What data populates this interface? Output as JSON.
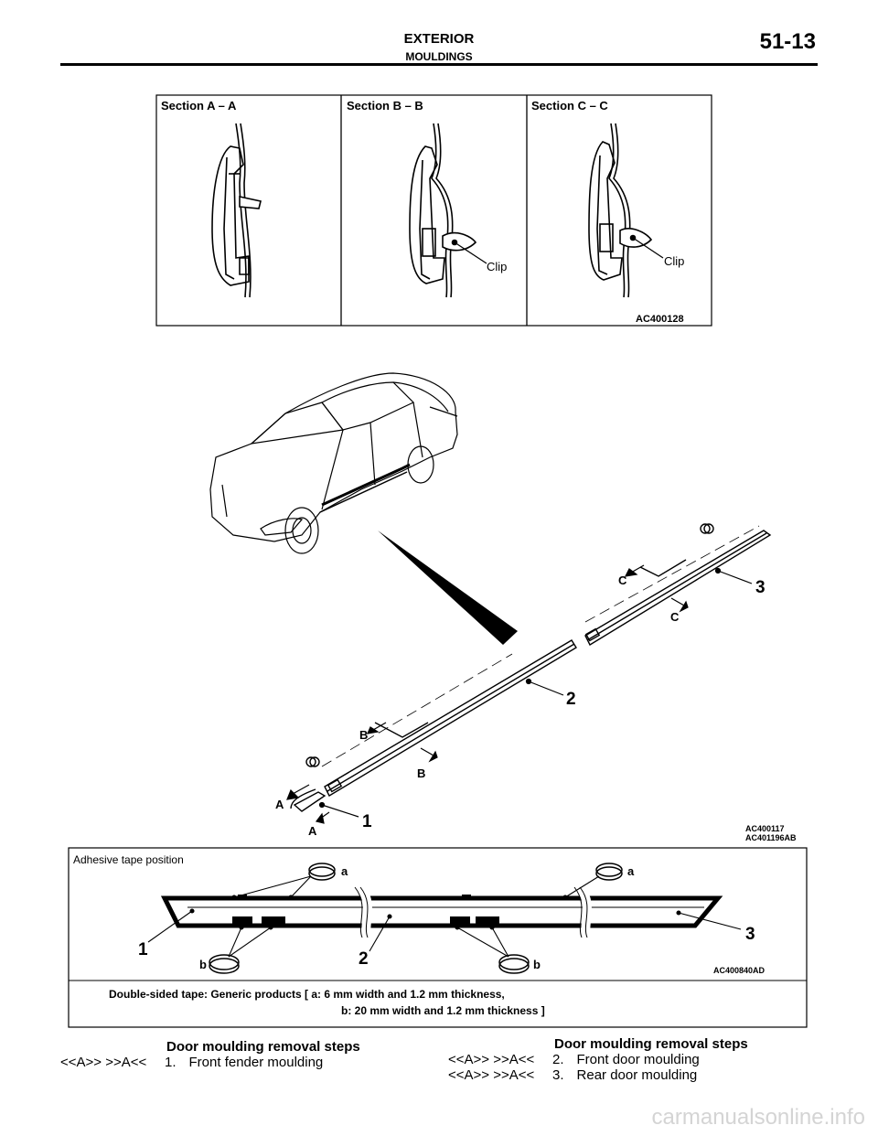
{
  "header": {
    "title": "EXTERIOR",
    "subtitle": "MOULDINGS",
    "page_number": "51-13"
  },
  "sections_figure": {
    "panels": [
      {
        "label": "Section A – A",
        "callout": ""
      },
      {
        "label": "Section B – B",
        "callout": "Clip"
      },
      {
        "label": "Section C – C",
        "callout": "Clip"
      }
    ],
    "figure_code": "AC400128"
  },
  "car_figure": {
    "part_numbers": [
      "1",
      "2",
      "3"
    ],
    "section_marks": [
      "A",
      "A",
      "B",
      "B",
      "C",
      "C"
    ],
    "figure_code_1": "AC400117",
    "figure_code_2": "AC401196AB"
  },
  "tape_figure": {
    "title": "Adhesive tape position",
    "tape_labels": [
      "a",
      "a",
      "b",
      "b"
    ],
    "part_numbers": [
      "1",
      "2",
      "3"
    ],
    "figure_code": "AC400840AD",
    "note_line1": "Double-sided tape: Generic products [ a: 6 mm width and 1.2 mm thickness,",
    "note_line2": "b: 20 mm width and 1.2 mm thickness ]"
  },
  "steps_left": {
    "heading": "Door moulding removal steps",
    "items": [
      {
        "tags": "<<A>>  >>A<<",
        "number": "1.",
        "text": "Front fender moulding"
      }
    ]
  },
  "steps_right": {
    "heading": "Door moulding removal steps",
    "items": [
      {
        "tags": "<<A>>  >>A<<",
        "number": "2.",
        "text": "Front door moulding"
      },
      {
        "tags": "<<A>>  >>A<<",
        "number": "3.",
        "text": "Rear door moulding"
      }
    ]
  },
  "watermark": "carmanualsonline.info"
}
